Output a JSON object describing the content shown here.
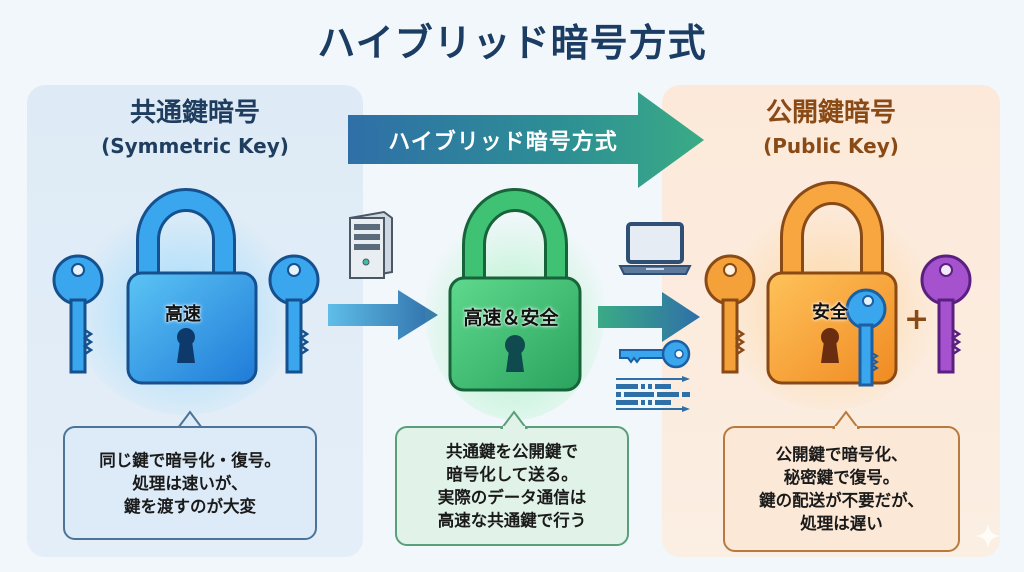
{
  "title": "ハイブリッド暗号方式",
  "banner": {
    "label": "ハイブリッド暗号方式"
  },
  "symmetric": {
    "title": "共通鍵暗号",
    "subtitle": "(Symmetric Key)",
    "lock_label": "高速",
    "description": [
      "同じ鍵で暗号化・復号。",
      "処理は速いが、",
      "鍵を渡すのが大変"
    ],
    "color": "#3a9ae6"
  },
  "hybrid": {
    "lock_label": "高速＆安全",
    "description": [
      "共通鍵を公開鍵で",
      "暗号化して送る。",
      "実際のデータ通信は",
      "高速な共通鍵で行う"
    ],
    "color": "#3fbf74"
  },
  "public": {
    "title": "公開鍵暗号",
    "subtitle": "(Public Key)",
    "lock_label": "安全",
    "plus_sign": "+",
    "description": [
      "公開鍵で暗号化、",
      "秘密鍵で復号。",
      "鍵の配送が不要だが、",
      "処理は遅い"
    ],
    "color": "#f39a2e"
  },
  "icons": {
    "server": "server-icon",
    "laptop": "laptop-icon",
    "key": "key-icon",
    "data_stream": "data-stream-icon"
  }
}
